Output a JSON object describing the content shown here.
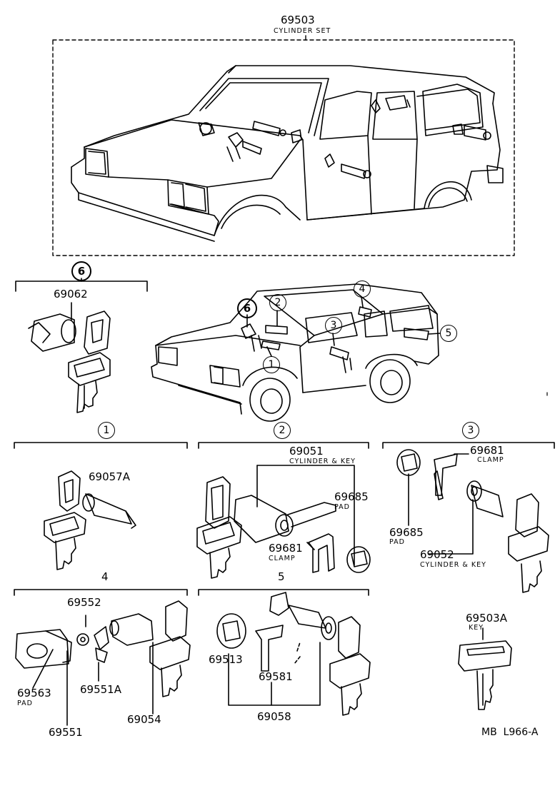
{
  "header": {
    "part_no": "69503",
    "part_name": "CYLINDER SET"
  },
  "sections": {
    "s6": {
      "number": "6",
      "parts": {
        "p69062": "69062"
      }
    },
    "s1": {
      "number": "1",
      "parts": {
        "p69057A": "69057A"
      }
    },
    "s2": {
      "number": "2",
      "parts": {
        "p69051": "69051",
        "p69051_name": "CYLINDER & KEY",
        "p69685": "69685",
        "p69685_name": "PAD",
        "p69681": "69681",
        "p69681_name": "CLAMP"
      }
    },
    "s3": {
      "number": "3",
      "parts": {
        "p69681": "69681",
        "p69681_name": "CLAMP",
        "p69685": "69685",
        "p69685_name": "PAD",
        "p69052": "69052",
        "p69052_name": "CYLINDER & KEY"
      }
    },
    "s4": {
      "number": "4",
      "parts": {
        "p69552": "69552",
        "p69563": "69563",
        "p69563_name": "PAD",
        "p69551A": "69551A",
        "p69054": "69054",
        "p69551": "69551"
      }
    },
    "s5": {
      "number": "5",
      "parts": {
        "p69513": "69513",
        "p69581": "69581",
        "p69058": "69058"
      }
    }
  },
  "key": {
    "part_no": "69503A",
    "part_name": "KEY"
  },
  "locator_callouts": [
    "6",
    "2",
    "4",
    "3",
    "5",
    "1"
  ],
  "footer": {
    "code": "MB  L966-A"
  }
}
